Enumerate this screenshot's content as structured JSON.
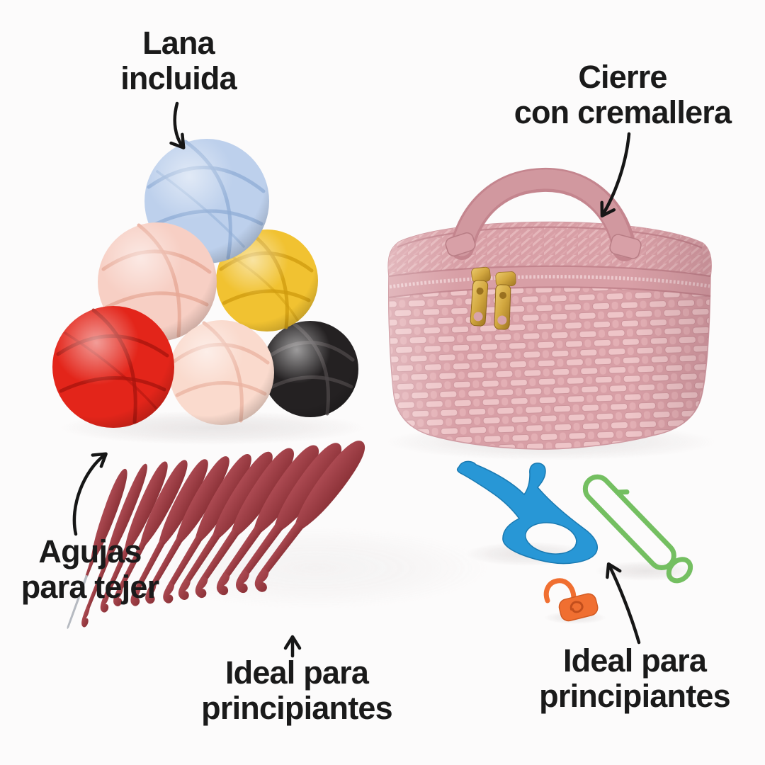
{
  "canvas": {
    "background": "#fcfbfb"
  },
  "text_color": "#1a1a1a",
  "arrow_color": "#161616",
  "labels": {
    "yarn_included": {
      "line1": "Lana",
      "line2": "incluida"
    },
    "zipper_closure": {
      "line1": "Cierre",
      "line2": "con cremallera"
    },
    "knitting_needles": {
      "line1": "Agujas",
      "line2": "para tejer"
    },
    "beginners_hooks": {
      "line1": "Ideal para",
      "line2": "principiantes"
    },
    "beginners_accessories": {
      "line1": "Ideal para",
      "line2": "principiantes"
    }
  },
  "scene": {
    "yarn_balls": [
      {
        "name": "light-blue",
        "color": "#bdd0ec",
        "shade": "#8fadd6"
      },
      {
        "name": "light-pink",
        "color": "#f7cfc4",
        "shade": "#e7a695"
      },
      {
        "name": "yellow",
        "color": "#f1c231",
        "shade": "#cf9b10"
      },
      {
        "name": "red",
        "color": "#e3251a",
        "shade": "#a9140e"
      },
      {
        "name": "peach",
        "color": "#fadacd",
        "shade": "#eab3a1"
      },
      {
        "name": "black",
        "color": "#242122",
        "shade": "#4b4748"
      }
    ],
    "case": {
      "base": "#d89fa6",
      "weave_light": "#eec5c8",
      "weave_mid": "#e3afb4",
      "seam": "#c08089",
      "lid_hatch": "#e9bdc1",
      "handle": "#d8a0a7",
      "handle_shade": "#c4858e",
      "gold_light": "#ecca6d",
      "gold": "#d2a73f",
      "gold_dark": "#a07722"
    },
    "hooks": {
      "count": 12,
      "handle_light": "#ac4a52",
      "handle_dark": "#8c3238",
      "metal": "#b6bac1"
    },
    "accessories": {
      "yarn_guide_blue": "#2897d6",
      "stitch_holder_green": "#74bf61",
      "stitch_marker_orange": "#f06f31"
    },
    "shadow": "#e2dede"
  }
}
